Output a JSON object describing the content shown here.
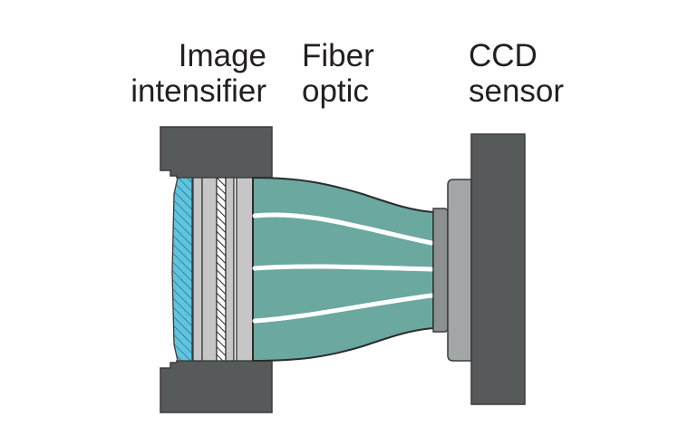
{
  "labels": {
    "image_intensifier": {
      "line1": "Image",
      "line2": "intensifier"
    },
    "fiber_optic": {
      "line1": "Fiber",
      "line2": "optic"
    },
    "ccd_sensor": {
      "line1": "CCD",
      "line2": "sensor"
    }
  },
  "colors": {
    "housing_dark": "#575a5b",
    "housing_outline": "#3a3a3a",
    "phosphor_blue": "#5fc4e0",
    "plate_gray": "#c6c6c6",
    "fiber_teal": "#6aa8a0",
    "fiber_strand": "#ffffff",
    "coupler_gray": "#8c9091",
    "coupler_light": "#a2a6a7",
    "text": "#231f20"
  }
}
